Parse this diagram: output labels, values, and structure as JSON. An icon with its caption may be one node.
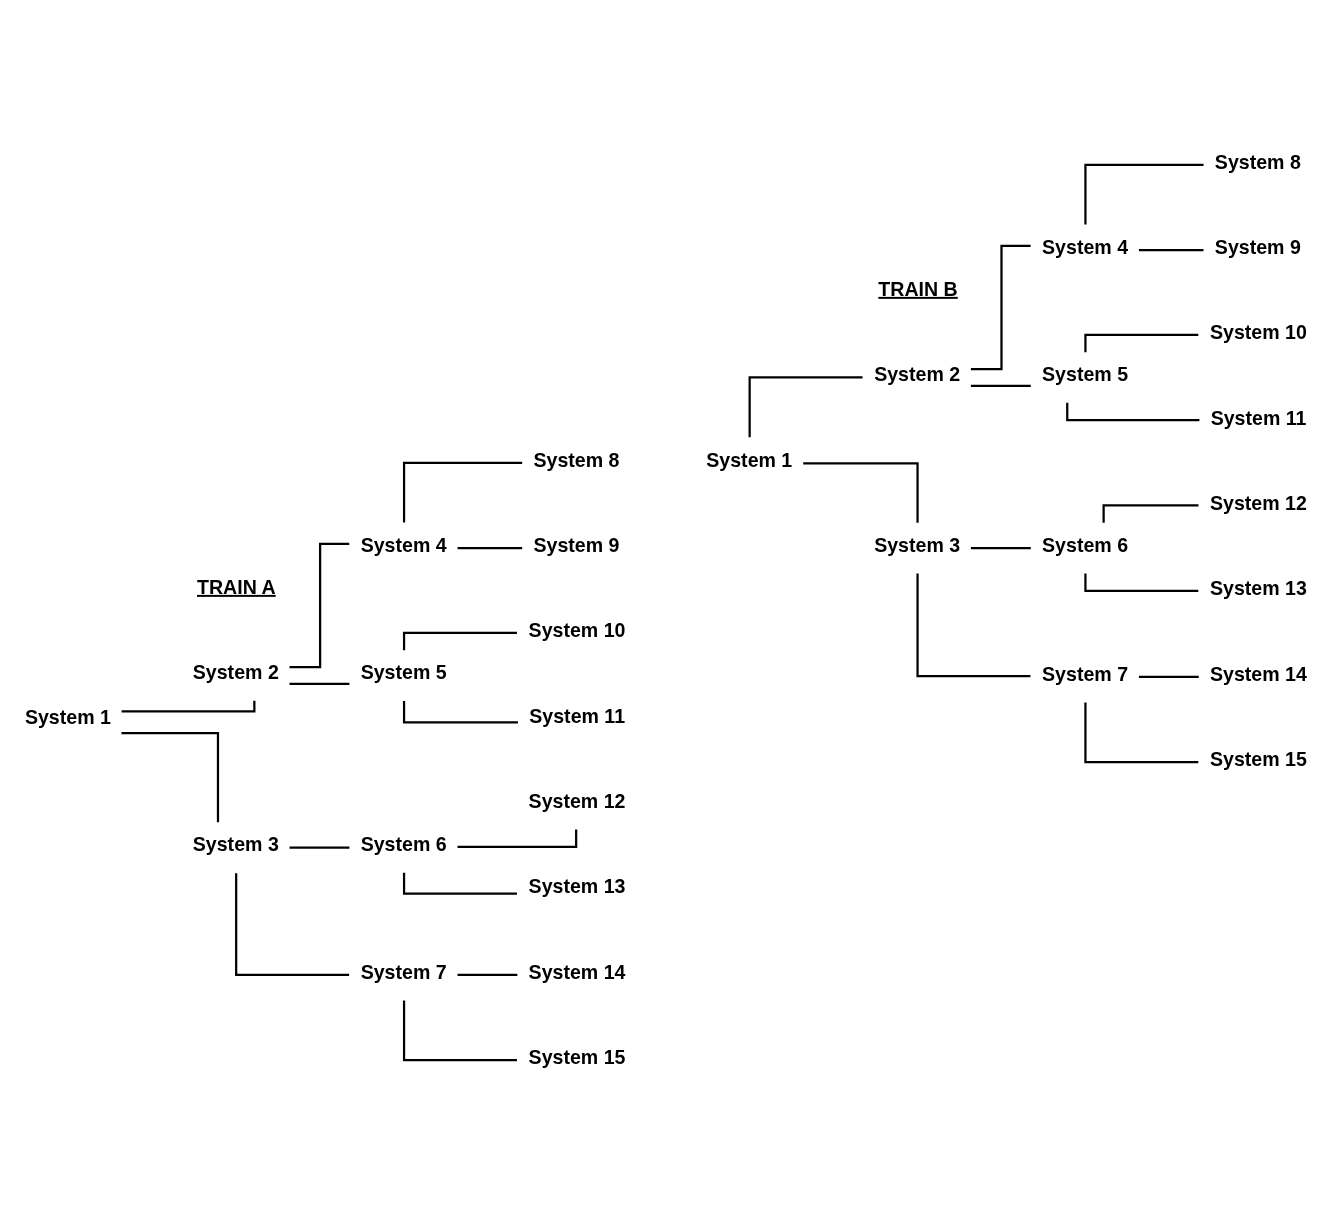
{
  "diagram": {
    "nodes": [
      {
        "text": [
          "System 1"
        ]
      },
      {
        "text": [
          "System 2"
        ]
      },
      {
        "text": [
          "System 3"
        ]
      },
      {
        "text": [
          "System 4"
        ]
      },
      {
        "text": [
          "System 5"
        ]
      },
      {
        "text": [
          "System 6"
        ]
      },
      {
        "text": [
          "System 7"
        ]
      },
      {
        "text": [
          "System 8"
        ]
      },
      {
        "text": [
          "System 9"
        ]
      },
      {
        "text": [
          "System 10"
        ]
      },
      {
        "text": [
          "System 11"
        ]
      },
      {
        "text": [
          "System 12"
        ]
      },
      {
        "text": [
          "System 13"
        ]
      },
      {
        "text": [
          "System 14"
        ]
      },
      {
        "text": [
          "System 15"
        ]
      },
      {
        "text": [
          "System 1"
        ]
      },
      {
        "text": [
          "System 2"
        ]
      },
      {
        "text": [
          "System 3"
        ]
      },
      {
        "text": [
          "System 4"
        ]
      },
      {
        "text": [
          "System 5"
        ]
      },
      {
        "text": [
          "System 6"
        ]
      },
      {
        "text": [
          "System 7"
        ]
      },
      {
        "text": [
          "System 8"
        ]
      },
      {
        "text": [
          "System 9"
        ]
      },
      {
        "text": [
          "System 10"
        ]
      },
      {
        "text": [
          "System 11"
        ]
      },
      {
        "text": [
          "System 12"
        ]
      },
      {
        "text": [
          "System 13"
        ]
      },
      {
        "text": [
          "System 14"
        ]
      },
      {
        "text": [
          "System 15"
        ]
      }
    ],
    "edges": [
      {
        "from": 0,
        "to": 1,
        "arrow": "none"
      },
      {
        "from": 0,
        "to": 2,
        "arrow": "none"
      },
      {
        "from": 1,
        "to": 3,
        "arrow": "none"
      },
      {
        "from": 1,
        "to": 4,
        "arrow": "none"
      },
      {
        "from": 2,
        "to": 5,
        "arrow": "none"
      },
      {
        "from": 2,
        "to": 6,
        "arrow": "none"
      },
      {
        "from": 3,
        "to": 7,
        "arrow": "none"
      },
      {
        "from": 3,
        "to": 8,
        "arrow": "none"
      },
      {
        "from": 4,
        "to": 9,
        "arrow": "none"
      },
      {
        "from": 4,
        "to": 10,
        "arrow": "none"
      },
      {
        "from": 5,
        "to": 11,
        "arrow": "none"
      },
      {
        "from": 5,
        "to": 12,
        "arrow": "none"
      },
      {
        "from": 6,
        "to": 13,
        "arrow": "none"
      },
      {
        "from": 6,
        "to": 14,
        "arrow": "none"
      },
      {
        "from": 15,
        "to": 16,
        "arrow": "none"
      },
      {
        "from": 15,
        "to": 17,
        "arrow": "none"
      },
      {
        "from": 16,
        "to": 18,
        "arrow": "none"
      },
      {
        "from": 16,
        "to": 19,
        "arrow": "none"
      },
      {
        "from": 17,
        "to": 20,
        "arrow": "none"
      },
      {
        "from": 17,
        "to": 21,
        "arrow": "none"
      },
      {
        "from": 18,
        "to": 22,
        "arrow": "none"
      },
      {
        "from": 18,
        "to": 23,
        "arrow": "none"
      },
      {
        "from": 19,
        "to": 24,
        "arrow": "none"
      },
      {
        "from": 19,
        "to": 25,
        "arrow": "none"
      },
      {
        "from": 20,
        "to": 26,
        "arrow": "none"
      },
      {
        "from": 20,
        "to": 27,
        "arrow": "none"
      },
      {
        "from": 21,
        "to": 28,
        "arrow": "none"
      },
      {
        "from": 21,
        "to": 29,
        "arrow": "none"
      }
    ],
    "labels": [
      "TRAIN A",
      "TRAIN B"
    ]
  }
}
